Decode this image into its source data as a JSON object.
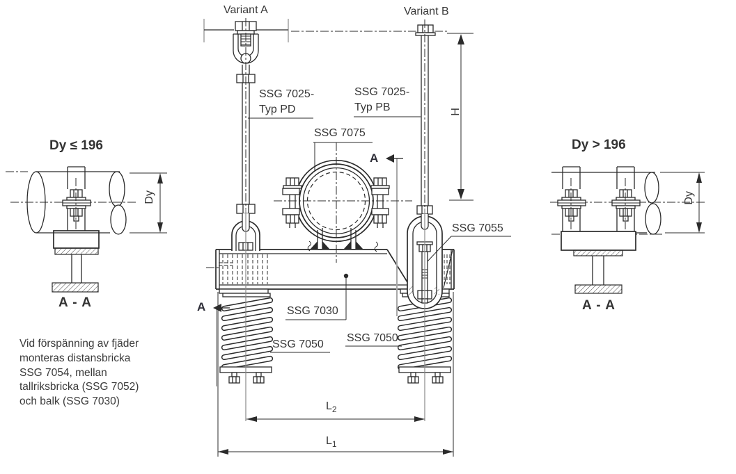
{
  "drawing": {
    "callouts": {
      "variant_a": "Variant A",
      "variant_b": "Variant B",
      "hanger_pd_line1": "SSG 7025-",
      "hanger_pd_line2": "Typ PD",
      "hanger_pb_line1": "SSG 7025-",
      "hanger_pb_line2": "Typ PB",
      "clamp": "SSG 7075",
      "link": "SSG 7055",
      "beam": "SSG 7030",
      "spring_left": "SSG 7050",
      "spring_right": "SSG 7050"
    },
    "dimensions": {
      "h": "H",
      "l1_base": "L",
      "l1_sub": "1",
      "l2_base": "L",
      "l2_sub": "2"
    },
    "sections": {
      "marker": "A",
      "left_view_title": "Dy ≤ 196",
      "right_view_title": "Dy > 196",
      "left_view_caption": "A - A",
      "right_view_caption": "A - A",
      "left_dy": "Dy",
      "right_dy": "Dy"
    },
    "note_lines": [
      "Vid förspänning av fjäder",
      "monteras distansbricka",
      "SSG 7054, mellan",
      "tallriksbricka (SSG 7052)",
      "och balk (SSG 7030)"
    ],
    "colors": {
      "line": "#2b2b2b",
      "section_line": "#a8a8a8",
      "text": "#3a3a3a",
      "background": "#ffffff"
    }
  }
}
